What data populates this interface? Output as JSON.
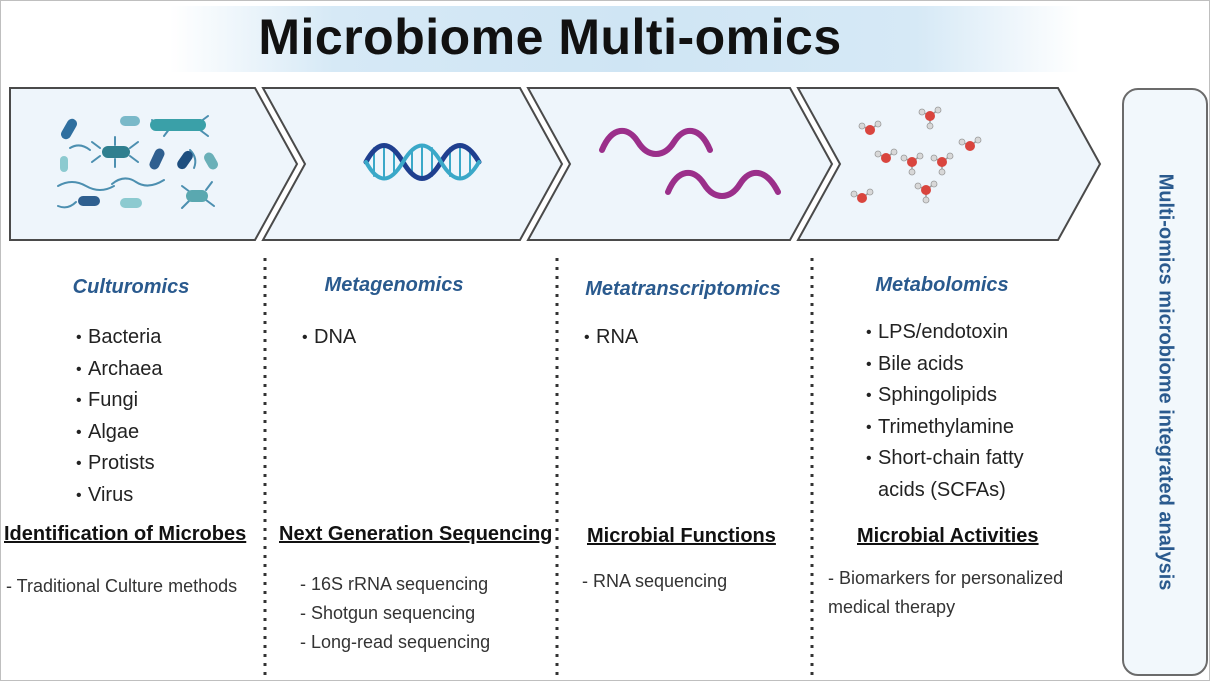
{
  "title": "Microbiome Multi-omics",
  "side_label": "Multi-omics microbiome integrated analysis",
  "columns": [
    {
      "name": "Culturomics",
      "icon": "microbes-icon",
      "items": [
        "Bacteria",
        "Archaea",
        "Fungi",
        "Algae",
        "Protists",
        "Virus"
      ],
      "heading": "Identification of Microbes",
      "details": [
        "- Traditional Culture methods"
      ]
    },
    {
      "name": "Metagenomics",
      "icon": "dna-helix-icon",
      "items": [
        "DNA"
      ],
      "heading": "Next Generation Sequencing",
      "details": [
        "- 16S rRNA sequencing",
        "- Shotgun sequencing",
        "- Long-read sequencing"
      ]
    },
    {
      "name": "Metatranscriptomics",
      "icon": "rna-strand-icon",
      "items": [
        "RNA"
      ],
      "heading": "Microbial Functions",
      "details": [
        "- RNA sequencing"
      ]
    },
    {
      "name": "Metabolomics",
      "icon": "molecules-icon",
      "items": [
        "LPS/endotoxin",
        "Bile acids",
        "Sphingolipids",
        "Trimethylamine",
        "Short-chain fatty",
        "acids (SCFAs)"
      ],
      "heading": "Microbial Activities",
      "details": [
        "- Biomarkers for personalized",
        "medical therapy"
      ]
    }
  ],
  "colors": {
    "chevron_fill": "#eef5fb",
    "chevron_stroke": "#4a4a4a",
    "title_band": "#cfe5f4",
    "column_title": "#2a5a8e",
    "dna_blue": "#1f3f8f",
    "dna_cyan": "#3aa8c8",
    "rna": "#9b2f8a",
    "oxygen": "#d9453e"
  }
}
